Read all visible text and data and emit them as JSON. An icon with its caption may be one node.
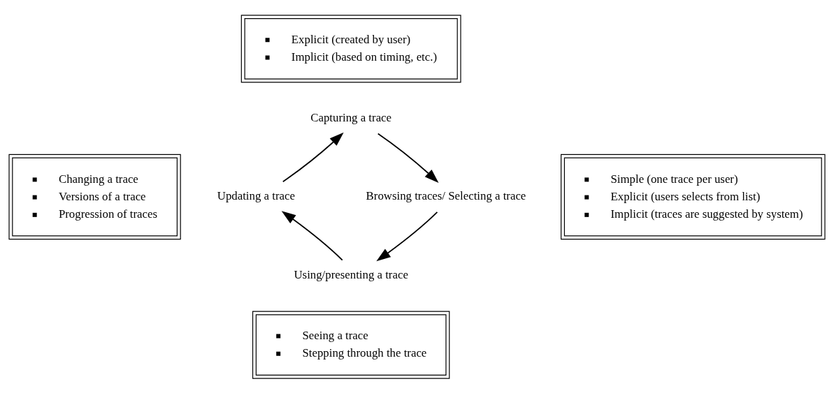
{
  "diagram": {
    "nodes": [
      {
        "text": [
          "Explicit (created by user)",
          "Implicit (based on timing, etc.)"
        ]
      },
      {
        "text": [
          "Capturing a trace"
        ]
      },
      {
        "text": [
          "Changing a trace",
          "Versions of a trace",
          "Progression of traces"
        ]
      },
      {
        "text": [
          "Updating a trace"
        ]
      },
      {
        "text": [
          "Browsing traces/ Selecting a trace"
        ]
      },
      {
        "text": [
          "Simple (one trace per user)",
          "Explicit (users selects from list)",
          "Implicit (traces are suggested by system)"
        ]
      },
      {
        "text": [
          "Using/presenting a trace"
        ]
      },
      {
        "text": [
          "Seeing a trace",
          "Stepping through the trace"
        ]
      }
    ],
    "edges": [
      {
        "from": 1,
        "to": 4,
        "arrow": "to"
      },
      {
        "from": 4,
        "to": 6,
        "arrow": "to"
      },
      {
        "from": 6,
        "to": 3,
        "arrow": "to"
      },
      {
        "from": 3,
        "to": 1,
        "arrow": "to"
      }
    ]
  }
}
